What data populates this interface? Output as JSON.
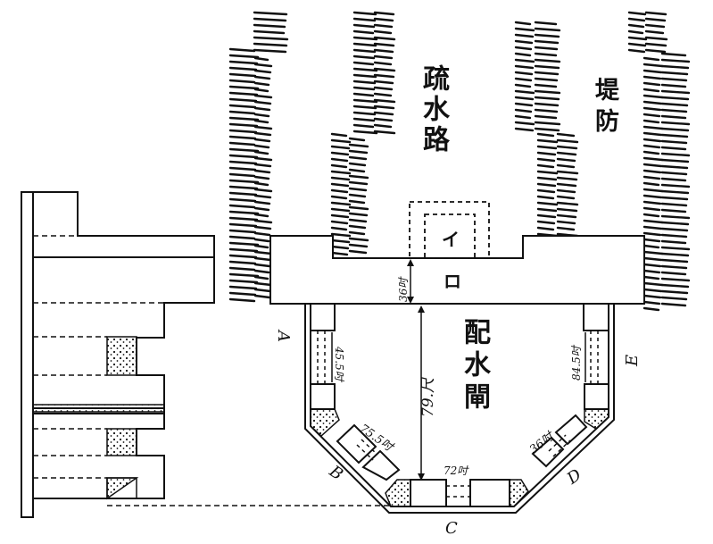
{
  "title_labels": {
    "channel": "疏水路",
    "embankment": "堤防",
    "gate": "配水閘"
  },
  "openings": {
    "i": "イ",
    "ro": "ロ"
  },
  "points": {
    "a": "A",
    "b": "B",
    "c": "C",
    "d": "D",
    "e": "E"
  },
  "dimensions": {
    "wall_thickness": "36吋",
    "depth": "79.尺",
    "side_a": "45.5吋",
    "side_b": "75.5吋",
    "bottom_c": "72吋",
    "side_d": "36吋",
    "side_e": "84.5吋"
  },
  "colors": {
    "ink": "#111111",
    "paper": "#ffffff"
  }
}
